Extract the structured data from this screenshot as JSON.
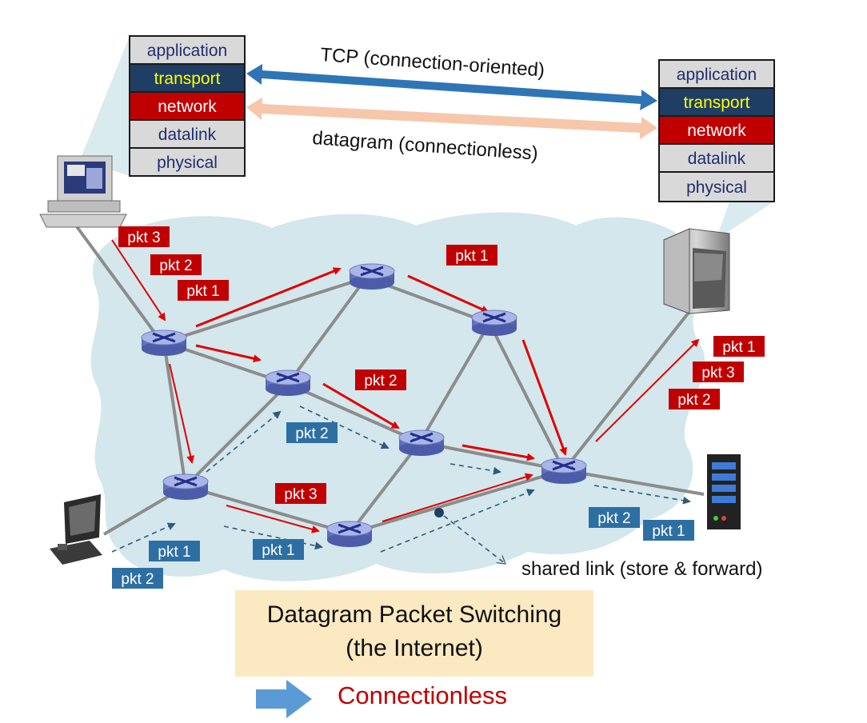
{
  "left_stack": [
    "application",
    "transport",
    "network",
    "datalink",
    "physical"
  ],
  "right_stack": [
    "application",
    "transport",
    "network",
    "datalink",
    "physical"
  ],
  "tcp_label": "TCP (connection-oriented)",
  "datagram_label": "datagram (connectionless)",
  "red_packets": {
    "start": [
      "pkt 3",
      "pkt 2",
      "pkt 1"
    ],
    "top": "pkt 1",
    "middle": "pkt 2",
    "bottom": "pkt 3",
    "dest": [
      "pkt 1",
      "pkt 3",
      "pkt 2"
    ]
  },
  "blue_packets": {
    "start": [
      "pkt 1",
      "pkt 2"
    ],
    "mid": "pkt 2",
    "bottom": "pkt 1",
    "dest": [
      "pkt 2",
      "pkt 1"
    ]
  },
  "shared_link_label": "shared link (store & forward)",
  "caption_line1": "Datagram Packet Switching",
  "caption_line2": "(the Internet)",
  "connectionless_label": "Connectionless",
  "colors": {
    "red_packet": "#c00000",
    "blue_packet": "#2e6fa3",
    "transport_row": "#1f3e64",
    "transport_text": "#ffff00",
    "stack_row": "#d9d9d9",
    "cloud": "#d3e7ec",
    "tcp_arrow": "#2e75b6",
    "datagram_arrow": "#f7c7ab"
  }
}
